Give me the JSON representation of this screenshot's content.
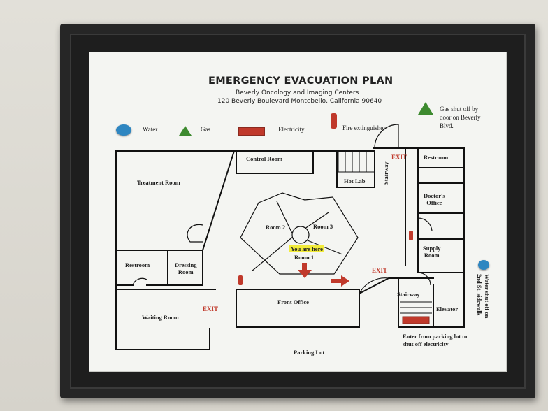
{
  "plan": {
    "title": "EMERGENCY EVACUATION PLAN",
    "subtitle_line1": "Beverly Oncology and Imaging Centers",
    "subtitle_line2": "120 Beverly Boulevard Montebello, California 90640"
  },
  "legend": {
    "water": "Water",
    "gas": "Gas",
    "electricity": "Electricity",
    "fire_extinguisher": "Fire extinguisher",
    "gas_shutoff": "Gas shut off by door on Beverly Blvd.",
    "water_color": "#2e86c1",
    "gas_color": "#3d8a2f",
    "electricity_color": "#c0392b",
    "extinguisher_color": "#c0392b"
  },
  "rooms": {
    "control_room": "Control  Room",
    "treatment_room": "Treatment Room",
    "hot_lab": "Hot Lab",
    "stairway_top": "Stairway",
    "restroom_right": "Restroom",
    "doctors_office_1": "Doctor's",
    "doctors_office_2": "Office",
    "room2": "Room 2",
    "room3": "Room 3",
    "you_are_here": "You are here",
    "room1": "Room 1",
    "supply_room_1": "Supply",
    "supply_room_2": "Room",
    "restroom_left": "Restroom",
    "dressing_room_1": "Dressing",
    "dressing_room_2": "Room",
    "front_office": "Front Office",
    "waiting_room": "Waiting Room",
    "stairway_bottom": "Stairway",
    "elevator": "Elevator",
    "parking_lot": "Parking Lot"
  },
  "exits": {
    "exit_top_right": "EXIT",
    "exit_middle": "EXIT",
    "exit_left": "EXIT"
  },
  "notes": {
    "electricity_note_1": "Enter from parking lot to",
    "electricity_note_2": "shut off electricity",
    "water_note_1": "Water shut off on",
    "water_note_2": "2nd St. sidewalk"
  }
}
